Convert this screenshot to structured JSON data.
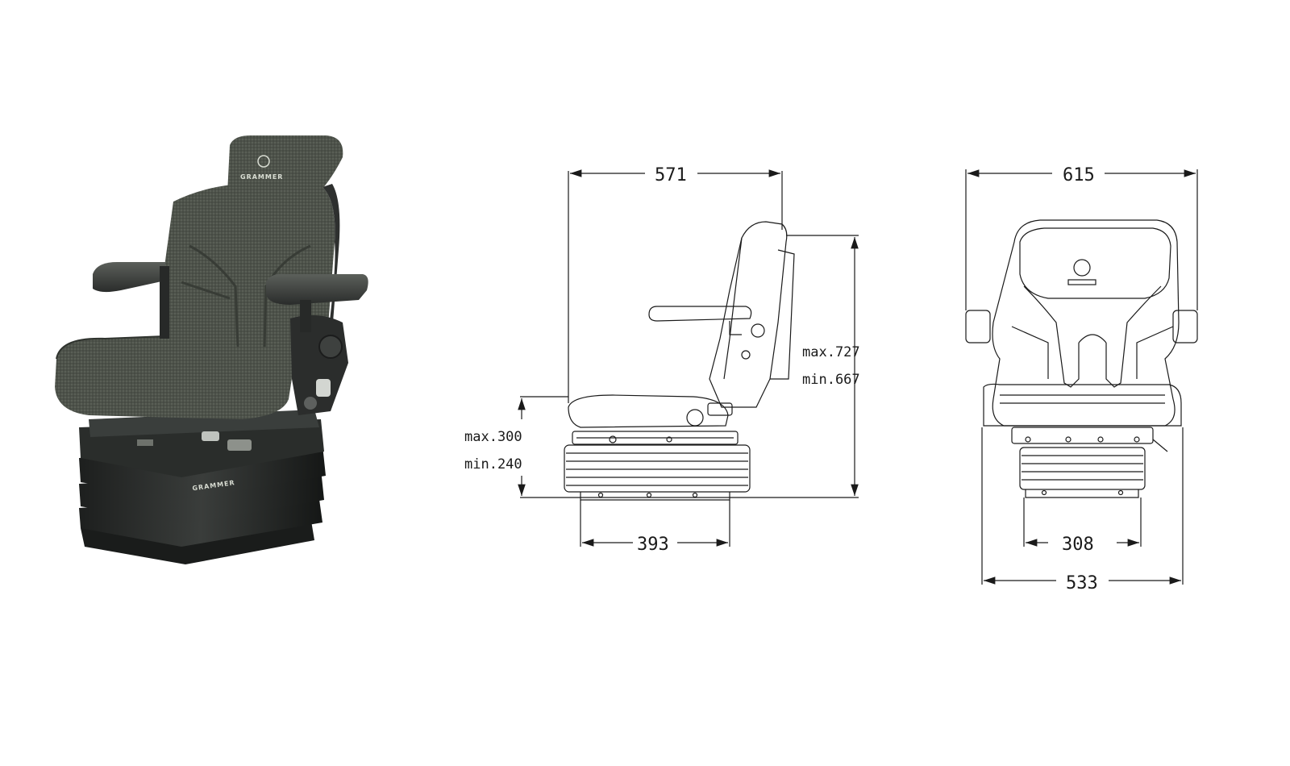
{
  "photo": {
    "headrest_brand": "GRAMMER",
    "base_brand": "GRAMMER"
  },
  "side_view": {
    "width_top": "571",
    "base_width": "393",
    "height_max": "max.727",
    "height_min": "min.667",
    "suspension_max": "max.300",
    "suspension_min": "min.240"
  },
  "front_view": {
    "width_top": "615",
    "width_bottom": "533",
    "base_width": "308"
  },
  "colors": {
    "line": "#1a1a1a",
    "fabric": "#4a4f47",
    "frame": "#2b2d2c"
  }
}
